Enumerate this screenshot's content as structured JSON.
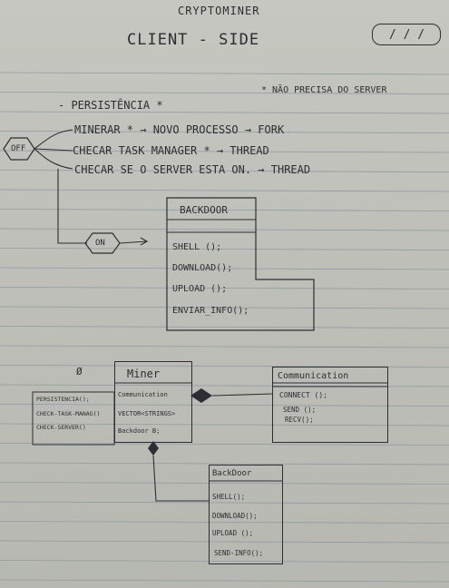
{
  "header": {
    "subject": "CRYPTOMINER",
    "title": "CLIENT - SIDE",
    "date_box": "/ / /"
  },
  "notes": {
    "server_note": "* NÃO PRECISA DO SERVER",
    "persistencia": "- PERSISTÊNCIA *",
    "minerar": "MINERAR * → NOVO PROCESSO → FORK",
    "checar_task": "CHECAR TASK MANAGER * → THREAD",
    "checar_server": "CHECAR SE O SERVER ESTA ON. → THREAD",
    "off_label": "OFF",
    "on_label": "ON"
  },
  "backdoor_top": {
    "title": "BACKDOOR",
    "methods": [
      "SHELL ();",
      "DOWNLOAD();",
      "UPLOAD ();",
      "ENVIAR_INFO();"
    ]
  },
  "miner": {
    "marker": "Ø",
    "title": "Miner",
    "attributes": [
      "Communication",
      "VECTOR<STRINGS>",
      "Backdoor B;"
    ],
    "side_methods": [
      "PERSISTENCIA();",
      "CHECK-TASK-MANAG()",
      "CHECK-SERVER()"
    ]
  },
  "communication": {
    "title": "Communication",
    "methods": [
      "CONNECT ();",
      "SEND ();",
      "RECV();"
    ]
  },
  "backdoor_bottom": {
    "title": "BackDoor",
    "methods": [
      "SHELL();",
      "DOWNLOAD();",
      "UPLOAD ();",
      "SEND-INFO();"
    ]
  }
}
